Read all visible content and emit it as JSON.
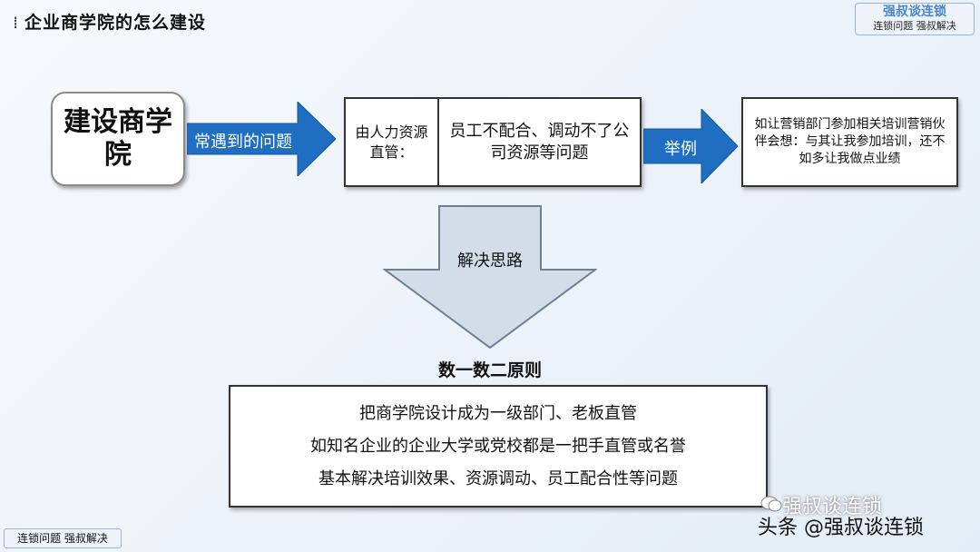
{
  "header": {
    "title": "企业商学院的怎么建设"
  },
  "brand": {
    "name": "强叔谈连锁",
    "tagline": "连锁问题 强叔解决"
  },
  "diagram": {
    "start_box": "建设商学院",
    "arrow1_label": "常遇到的问题",
    "problem_left": "由人力资源直管：",
    "problem_right": "员工不配合、调动不了公司资源等问题",
    "arrow2_label": "举例",
    "example_text": "如让营销部门参加相关培训营销伙伴会想：与其让我参加培训，还不如多让我做点业绩",
    "down_arrow_label": "解决思路",
    "principle_title": "数一数二原则",
    "principles": [
      "把商学院设计成为一级部门、老板直管",
      "如知名企业的企业大学或党校都是一把手直管或名誉",
      "基本解决培训效果、资源调动、员工配合性等问题"
    ]
  },
  "footer": {
    "tag": "连锁问题 强叔解决",
    "wechat_watermark": "强叔谈连锁",
    "toutiao_watermark": "头条 @强叔谈连锁"
  },
  "colors": {
    "arrow_blue": "#1f6ec2",
    "down_arrow": "#d3dde9"
  }
}
